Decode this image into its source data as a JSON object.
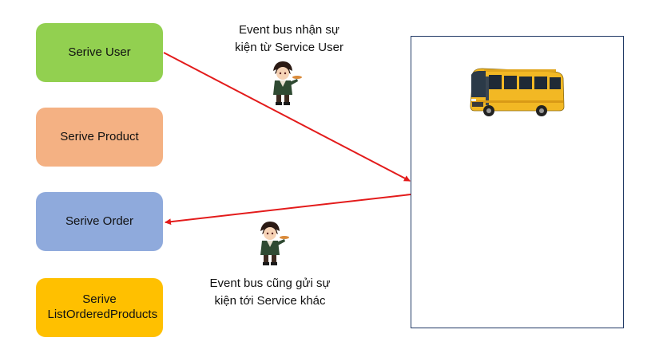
{
  "services": [
    {
      "id": "user",
      "label": "Serive User",
      "color": "#92d050"
    },
    {
      "id": "product",
      "label": "Serive Product",
      "color": "#f4b183"
    },
    {
      "id": "order",
      "label": "Serive Order",
      "color": "#8faadc"
    },
    {
      "id": "list",
      "label": "Serive ListOrderedProducts",
      "color": "#ffc000"
    }
  ],
  "captions": {
    "receive": "Event bus nhận sự kiện từ Service User",
    "send": "Event bus cũng gửi sự kiện tới Service khác"
  },
  "colors": {
    "arrow": "#e31b1b",
    "bus_box_border": "#1f3864",
    "bus_body": "#f2b824"
  },
  "icons": {
    "bus": "bus-icon",
    "courier": "courier-character-icon"
  }
}
